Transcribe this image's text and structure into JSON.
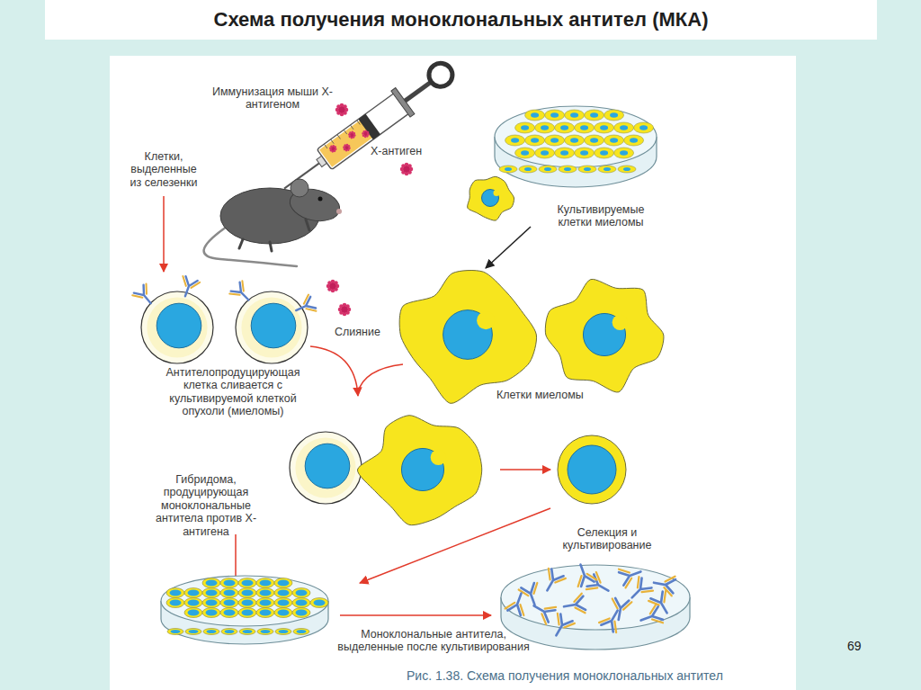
{
  "diagram": {
    "title": "Схема получения моноклональных антител (МКА)",
    "caption": "Рис. 1.38. Схема получения моноклональных антител",
    "labels": [
      "Иммунизация мыши Х-антигеном",
      "Х-антиген",
      "Клетки, выделенные из селезенки",
      "Культивируемые клетки миеломы",
      "Слияние",
      "Антителопродуцирующая клетка сливается с культивируемой клеткой опухоли (миеломы)",
      "Клетки миеломы",
      "Гибридома, продуцирующая моноклональные антитела против Х-антигена",
      "Селекция и культивирование",
      "Моноклональные антитела, выделенные после культивирования",
      "69"
    ]
  }
}
